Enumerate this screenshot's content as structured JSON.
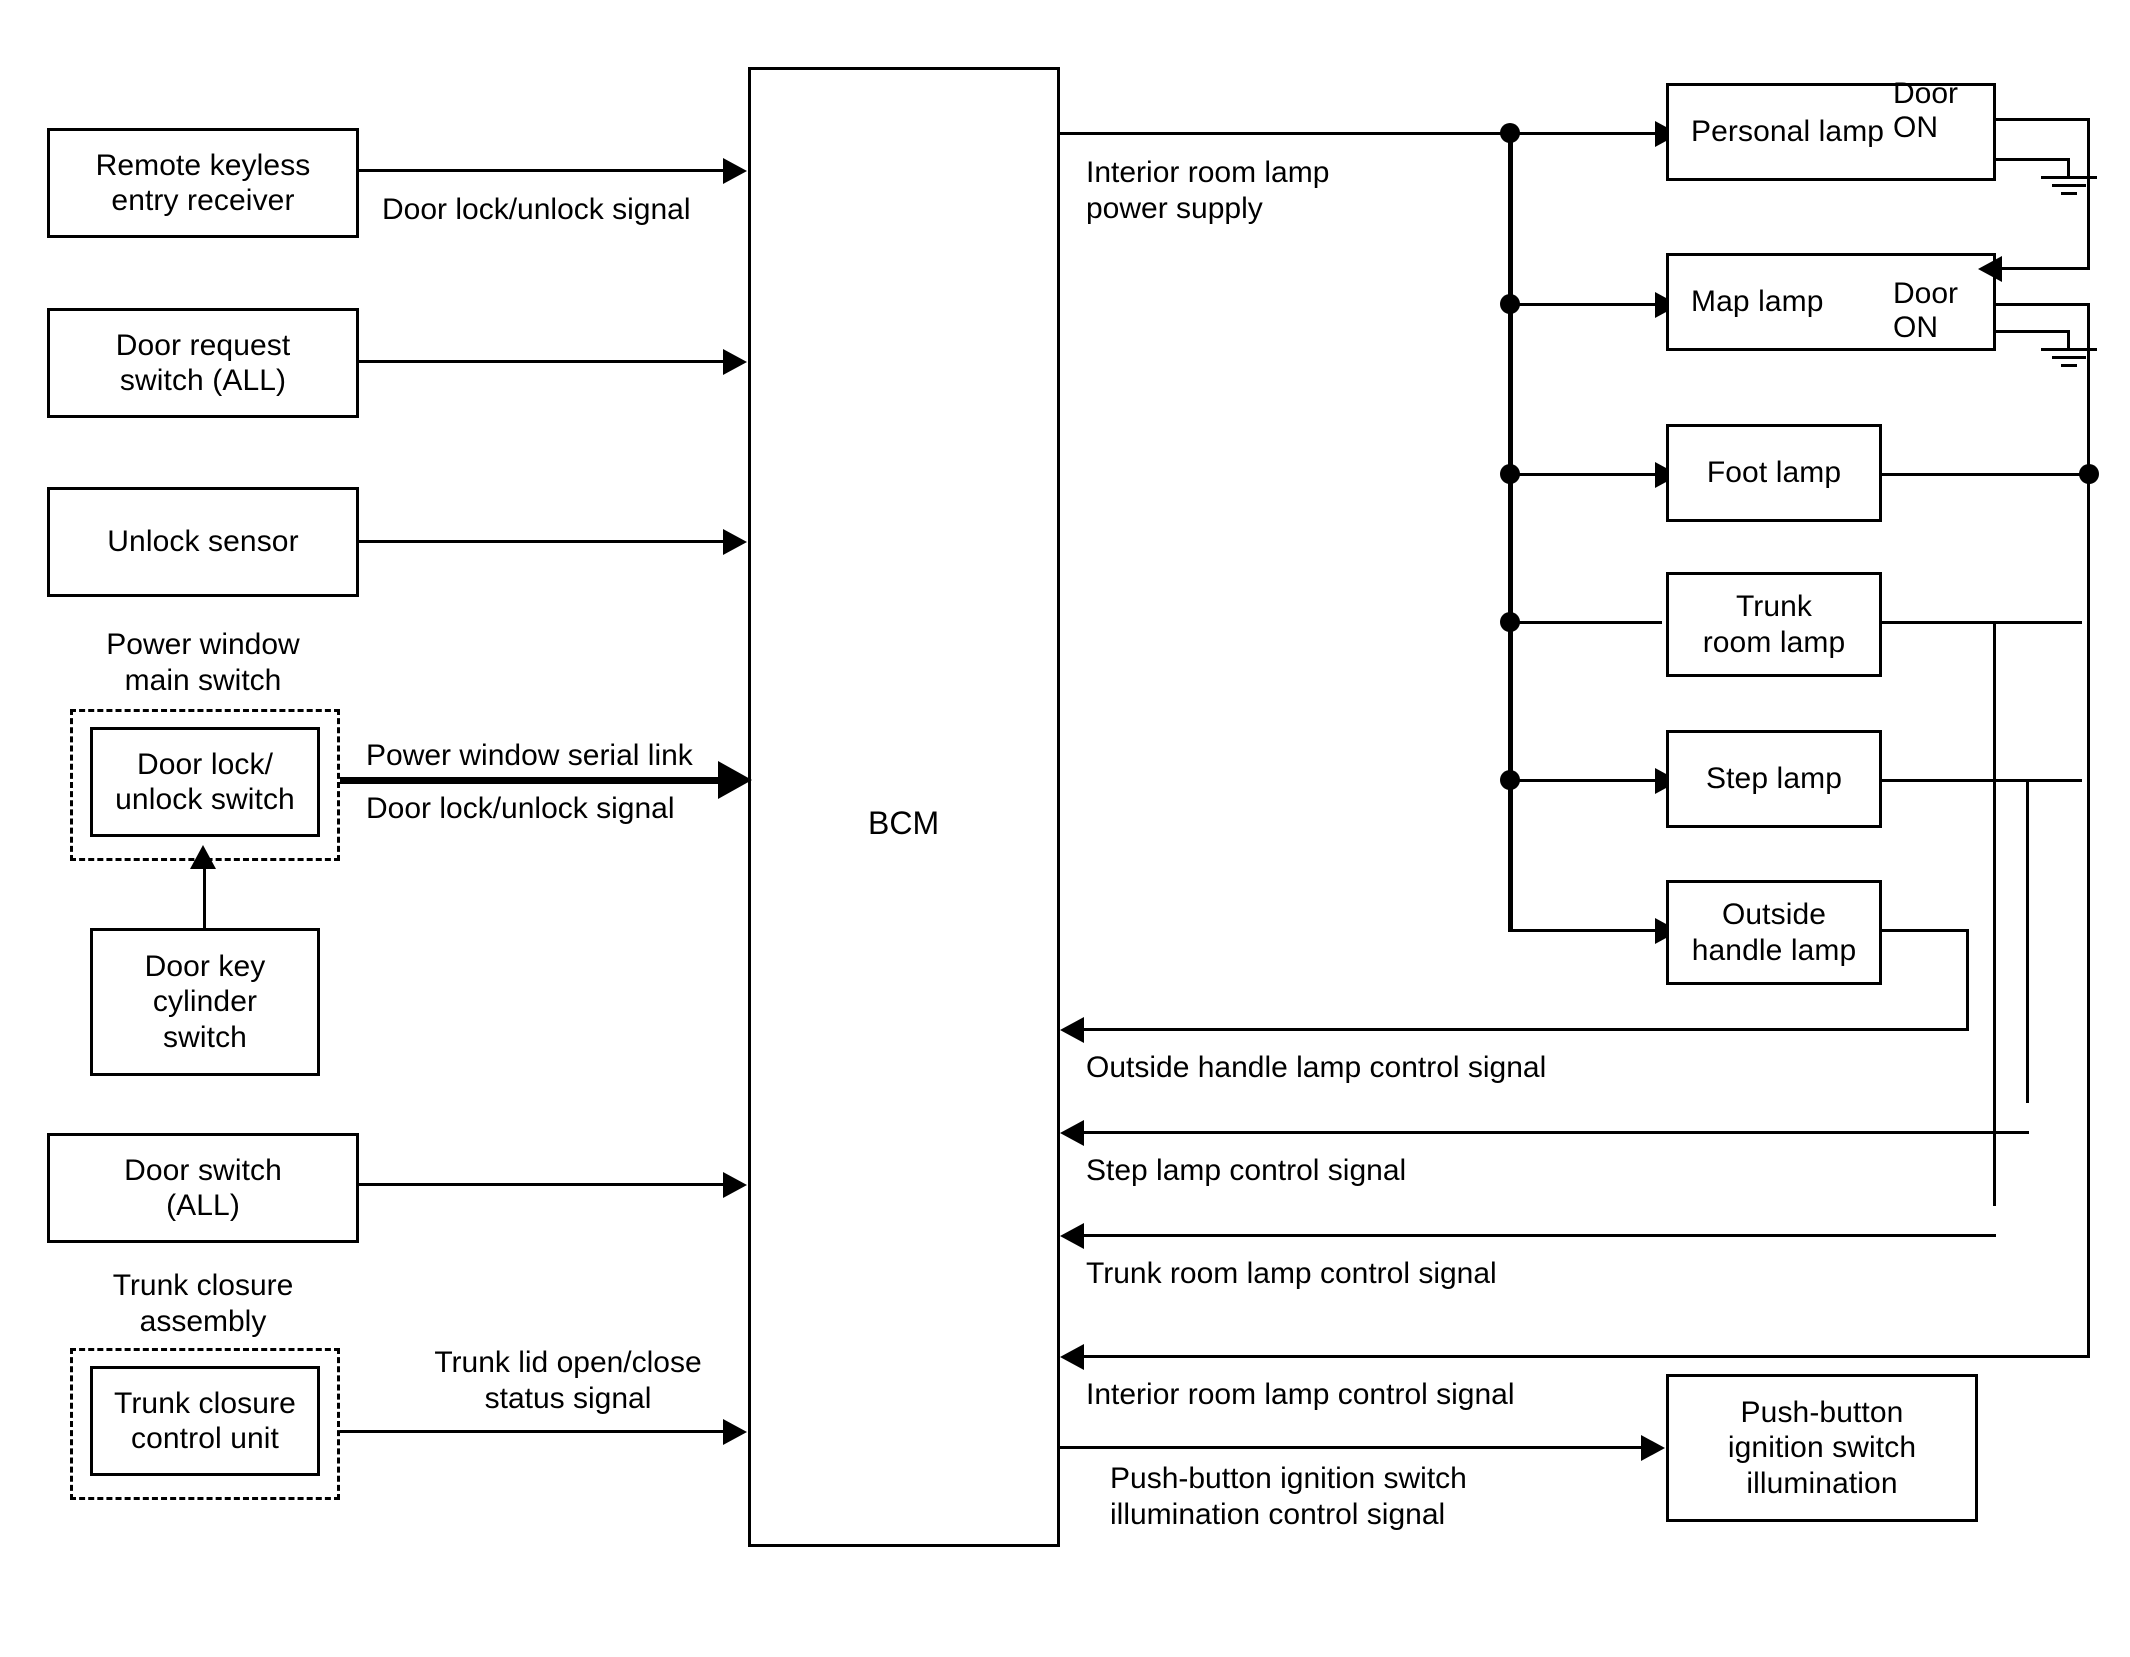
{
  "diagram": {
    "title": "BCM interior room lamp / door lock system block diagram",
    "controller": {
      "label": "BCM"
    }
  },
  "inputs": [
    {
      "id": "remote-keyless-entry-receiver",
      "label": "Remote keyless\nentry receiver"
    },
    {
      "id": "door-request-switch",
      "label": "Door request\nswitch (ALL)"
    },
    {
      "id": "unlock-sensor",
      "label": "Unlock sensor"
    },
    {
      "id": "door-lock-unlock-switch",
      "label": "Door lock/\nunlock switch"
    },
    {
      "id": "door-key-cylinder-switch",
      "label": "Door key\ncylinder\nswitch"
    },
    {
      "id": "door-switch",
      "label": "Door switch\n(ALL)"
    },
    {
      "id": "trunk-closure-control-unit",
      "label": "Trunk closure\ncontrol unit"
    }
  ],
  "assemblies": [
    {
      "id": "power-window-main-switch",
      "label": "Power window\nmain switch"
    },
    {
      "id": "trunk-closure-assembly",
      "label": "Trunk closure\nassembly"
    }
  ],
  "outputs": [
    {
      "id": "personal-lamp",
      "label": "Personal lamp",
      "mode": "Door\nON"
    },
    {
      "id": "map-lamp",
      "label": "Map lamp",
      "mode": "Door\nON"
    },
    {
      "id": "foot-lamp",
      "label": "Foot lamp",
      "mode": ""
    },
    {
      "id": "trunk-room-lamp",
      "label": "Trunk\nroom lamp",
      "mode": ""
    },
    {
      "id": "step-lamp",
      "label": "Step lamp",
      "mode": ""
    },
    {
      "id": "outside-handle-lamp",
      "label": "Outside\nhandle lamp",
      "mode": ""
    },
    {
      "id": "push-button-ignition-switch-illumination",
      "label": "Push-button\nignition switch\nillumination",
      "mode": ""
    }
  ],
  "signals": {
    "door_lock_unlock_signal_top": "Door lock/unlock signal",
    "power_window_serial_link": "Power window serial link",
    "door_lock_unlock_signal_pw": "Door lock/unlock signal",
    "trunk_lid_status": "Trunk lid open/close\nstatus signal",
    "interior_room_lamp_power_supply": "Interior room lamp\npower supply",
    "outside_handle_lamp_control": "Outside handle lamp control signal",
    "step_lamp_control": "Step lamp control signal",
    "trunk_room_lamp_control": "Trunk room lamp control signal",
    "interior_room_lamp_control": "Interior room lamp control signal",
    "push_button_ignition_control": "Push-button ignition switch\nillumination control signal"
  },
  "colors": {
    "stroke": "#000000",
    "background": "#ffffff"
  }
}
